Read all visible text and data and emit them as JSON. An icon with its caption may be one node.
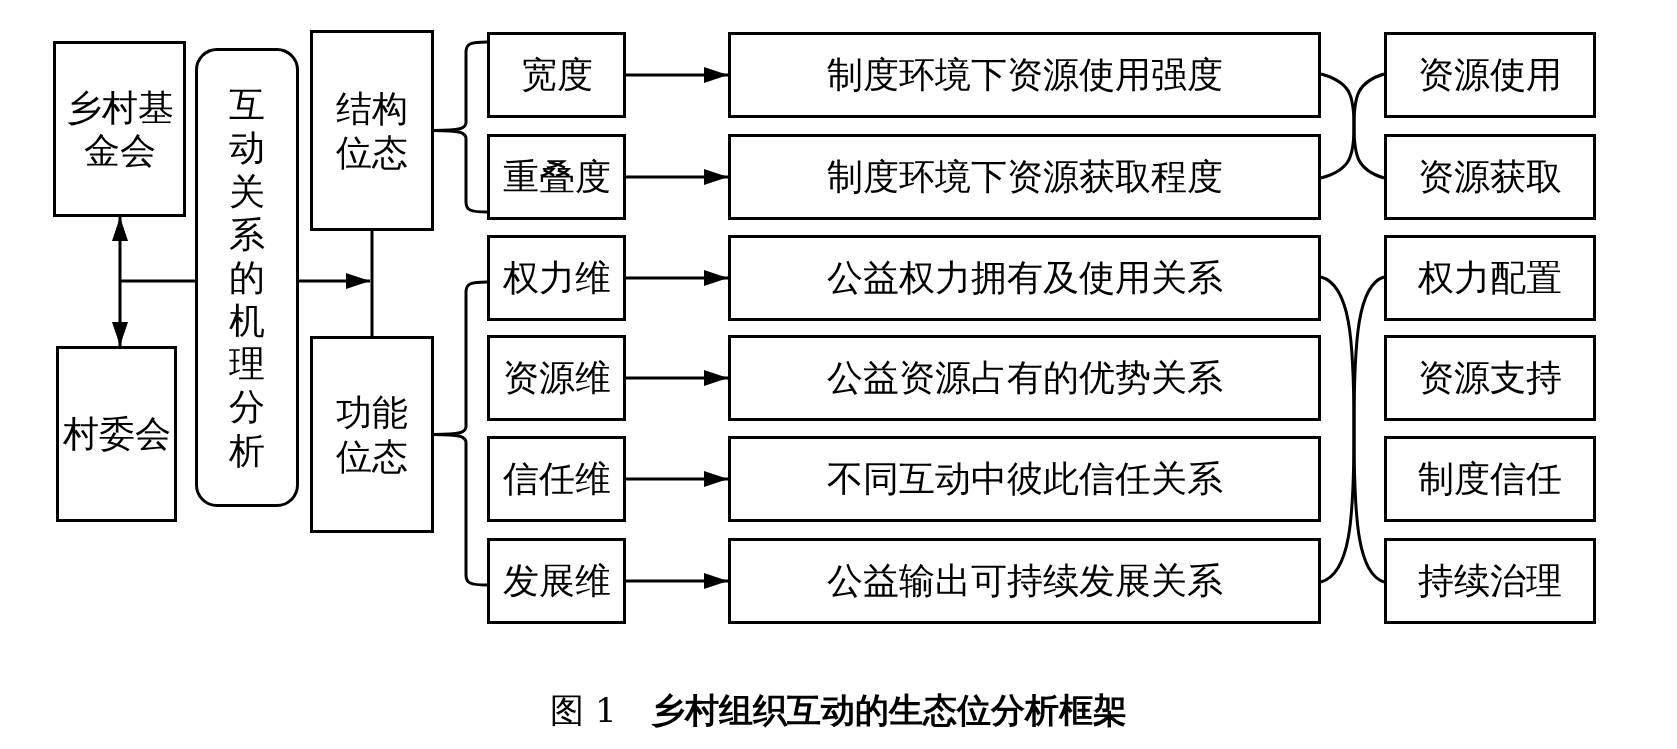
{
  "diagram": {
    "caption": "图 1　**乡村组织互动的生态位分析框架**",
    "nodes": [
      {
        "text": [
          "乡村基金会"
        ]
      },
      {
        "text": [
          "村委会"
        ]
      },
      {
        "text": [
          "互动关系的机理分析"
        ]
      },
      {
        "text": [
          "结构位态"
        ]
      },
      {
        "text": [
          "功能位态"
        ]
      },
      {
        "text": [
          "宽度"
        ]
      },
      {
        "text": [
          "重叠度"
        ]
      },
      {
        "text": [
          "权力维"
        ]
      },
      {
        "text": [
          "资源维"
        ]
      },
      {
        "text": [
          "信任维"
        ]
      },
      {
        "text": [
          "发展维"
        ]
      },
      {
        "text": [
          "制度环境下资源使用强度"
        ]
      },
      {
        "text": [
          "制度环境下资源获取程度"
        ]
      },
      {
        "text": [
          "公益权力拥有及使用关系"
        ]
      },
      {
        "text": [
          "公益资源占有的优势关系"
        ]
      },
      {
        "text": [
          "不同互动中彼此信任关系"
        ]
      },
      {
        "text": [
          "公益输出可持续发展关系"
        ]
      },
      {
        "text": [
          "资源使用"
        ]
      },
      {
        "text": [
          "资源获取"
        ]
      },
      {
        "text": [
          "权力配置"
        ]
      },
      {
        "text": [
          "资源支持"
        ]
      },
      {
        "text": [
          "制度信任"
        ]
      },
      {
        "text": [
          "持续治理"
        ]
      }
    ],
    "edges": [
      {
        "from": 0,
        "to": 1,
        "arrow": "both"
      },
      {
        "from": null,
        "to": 2,
        "arrow": "none"
      },
      {
        "from": 2,
        "to": null,
        "arrow": "to"
      },
      {
        "from": 3,
        "to": 4,
        "arrow": "none"
      },
      {
        "from": 3,
        "to": 5,
        "arrow": "none"
      },
      {
        "from": 3,
        "to": 6,
        "arrow": "none"
      },
      {
        "from": 4,
        "to": 7,
        "arrow": "none"
      },
      {
        "from": 4,
        "to": 10,
        "arrow": "none"
      },
      {
        "from": 5,
        "to": 11,
        "arrow": "to"
      },
      {
        "from": 6,
        "to": 12,
        "arrow": "to"
      },
      {
        "from": 7,
        "to": 13,
        "arrow": "to"
      },
      {
        "from": 8,
        "to": 14,
        "arrow": "to"
      },
      {
        "from": 9,
        "to": 15,
        "arrow": "to"
      },
      {
        "from": 10,
        "to": 16,
        "arrow": "to"
      },
      {
        "from": 11,
        "to": 12,
        "arrow": "none"
      },
      {
        "from": 17,
        "to": 18,
        "arrow": "none"
      },
      {
        "from": 13,
        "to": 16,
        "arrow": "none"
      },
      {
        "from": 19,
        "to": 22,
        "arrow": "none"
      }
    ]
  }
}
